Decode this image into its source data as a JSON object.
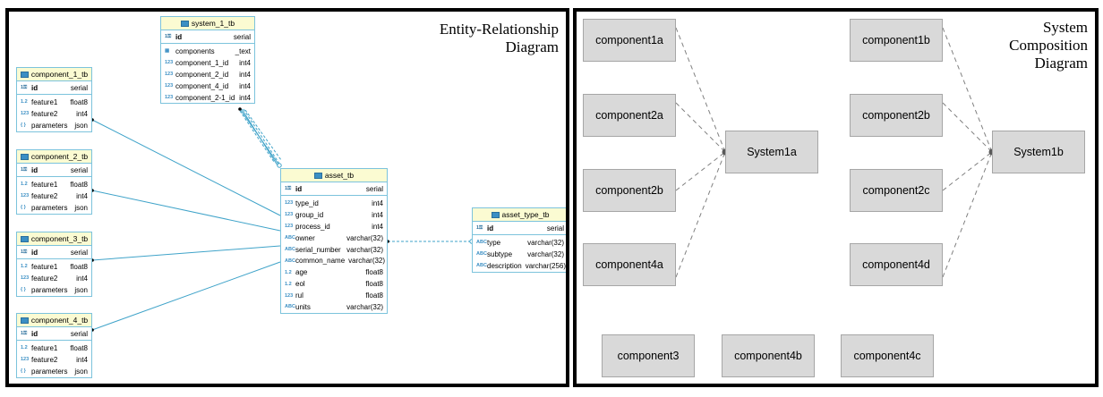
{
  "erd": {
    "title_lines": [
      "Entity-Relationship",
      "Diagram"
    ],
    "tables": [
      {
        "key": "system_1_tb",
        "name": "system_1_tb",
        "pk": {
          "name": "id",
          "type": "serial"
        },
        "cols": [
          {
            "icon": "grid",
            "name": "components",
            "type": "_text"
          },
          {
            "icon": "123",
            "name": "component_1_id",
            "type": "int4"
          },
          {
            "icon": "123",
            "name": "component_2_id",
            "type": "int4"
          },
          {
            "icon": "123",
            "name": "component_4_id",
            "type": "int4"
          },
          {
            "icon": "123",
            "name": "component_2-1_id",
            "type": "int4"
          }
        ]
      },
      {
        "key": "component_1_tb",
        "name": "component_1_tb",
        "pk": {
          "name": "id",
          "type": "serial"
        },
        "cols": [
          {
            "icon": "1.2",
            "name": "feature1",
            "type": "float8"
          },
          {
            "icon": "123",
            "name": "feature2",
            "type": "int4"
          },
          {
            "icon": "json",
            "name": "parameters",
            "type": "json"
          }
        ]
      },
      {
        "key": "component_2_tb",
        "name": "component_2_tb",
        "pk": {
          "name": "id",
          "type": "serial"
        },
        "cols": [
          {
            "icon": "1.2",
            "name": "feature1",
            "type": "float8"
          },
          {
            "icon": "123",
            "name": "feature2",
            "type": "int4"
          },
          {
            "icon": "json",
            "name": "parameters",
            "type": "json"
          }
        ]
      },
      {
        "key": "component_3_tb",
        "name": "component_3_tb",
        "pk": {
          "name": "id",
          "type": "serial"
        },
        "cols": [
          {
            "icon": "1.2",
            "name": "feature1",
            "type": "float8"
          },
          {
            "icon": "123",
            "name": "feature2",
            "type": "int4"
          },
          {
            "icon": "json",
            "name": "parameters",
            "type": "json"
          }
        ]
      },
      {
        "key": "component_4_tb",
        "name": "component_4_tb",
        "pk": {
          "name": "id",
          "type": "serial"
        },
        "cols": [
          {
            "icon": "1.2",
            "name": "feature1",
            "type": "float8"
          },
          {
            "icon": "123",
            "name": "feature2",
            "type": "int4"
          },
          {
            "icon": "json",
            "name": "parameters",
            "type": "json"
          }
        ]
      },
      {
        "key": "asset_tb",
        "name": "asset_tb",
        "pk": {
          "name": "id",
          "type": "serial"
        },
        "cols": [
          {
            "icon": "123",
            "name": "type_id",
            "type": "int4"
          },
          {
            "icon": "123",
            "name": "group_id",
            "type": "int4"
          },
          {
            "icon": "123",
            "name": "process_id",
            "type": "int4"
          },
          {
            "icon": "abc",
            "name": "owner",
            "type": "varchar(32)"
          },
          {
            "icon": "abc",
            "name": "serial_number",
            "type": "varchar(32)"
          },
          {
            "icon": "abc",
            "name": "common_name",
            "type": "varchar(32)"
          },
          {
            "icon": "1.2",
            "name": "age",
            "type": "float8"
          },
          {
            "icon": "1.2",
            "name": "eol",
            "type": "float8"
          },
          {
            "icon": "123",
            "name": "rul",
            "type": "float8"
          },
          {
            "icon": "abc",
            "name": "units",
            "type": "varchar(32)"
          }
        ]
      },
      {
        "key": "asset_type_tb",
        "name": "asset_type_tb",
        "pk": {
          "name": "id",
          "type": "serial"
        },
        "cols": [
          {
            "icon": "abc",
            "name": "type",
            "type": "varchar(32)"
          },
          {
            "icon": "abc",
            "name": "subtype",
            "type": "varchar(32)"
          },
          {
            "icon": "abc",
            "name": "description",
            "type": "varchar(256)"
          }
        ]
      }
    ],
    "relations": [
      {
        "from": "component_1_tb",
        "to": "asset_tb",
        "style": "solid"
      },
      {
        "from": "component_2_tb",
        "to": "asset_tb",
        "style": "solid"
      },
      {
        "from": "component_3_tb",
        "to": "asset_tb",
        "style": "solid"
      },
      {
        "from": "component_4_tb",
        "to": "asset_tb",
        "style": "solid"
      },
      {
        "from": "system_1_tb",
        "to": "asset_tb",
        "style": "solid"
      },
      {
        "from": "system_1_tb",
        "to": "asset_tb",
        "style": "dashed"
      },
      {
        "from": "asset_tb",
        "to": "asset_type_tb",
        "style": "dashed"
      }
    ]
  },
  "scd": {
    "title_lines": [
      "System",
      "Composition",
      "Diagram"
    ],
    "systems": [
      {
        "key": "s1a",
        "label": "System1a"
      },
      {
        "key": "s1b",
        "label": "System1b"
      }
    ],
    "components": [
      {
        "key": "c1a",
        "label": "component1a",
        "system": "s1a"
      },
      {
        "key": "c2a",
        "label": "component2a",
        "system": "s1a"
      },
      {
        "key": "c2b",
        "label": "component2b",
        "system": "s1a"
      },
      {
        "key": "c4a",
        "label": "component4a",
        "system": "s1a"
      },
      {
        "key": "c1b",
        "label": "component1b",
        "system": "s1b"
      },
      {
        "key": "c2b2",
        "label": "component2b",
        "system": "s1b"
      },
      {
        "key": "c2c",
        "label": "component2c",
        "system": "s1b"
      },
      {
        "key": "c4d",
        "label": "component4d",
        "system": "s1b"
      },
      {
        "key": "c3",
        "label": "component3",
        "system": null
      },
      {
        "key": "c4b",
        "label": "component4b",
        "system": null
      },
      {
        "key": "c4c",
        "label": "component4c",
        "system": null
      }
    ]
  },
  "colors": {
    "erd_line": "#3fa3c9",
    "table_header": "#fbfbd2",
    "table_border": "#7cc3dc",
    "box_fill": "#d9d9d9",
    "box_border": "#a6a6a6",
    "dash_line": "#808080",
    "node": "#595959"
  }
}
